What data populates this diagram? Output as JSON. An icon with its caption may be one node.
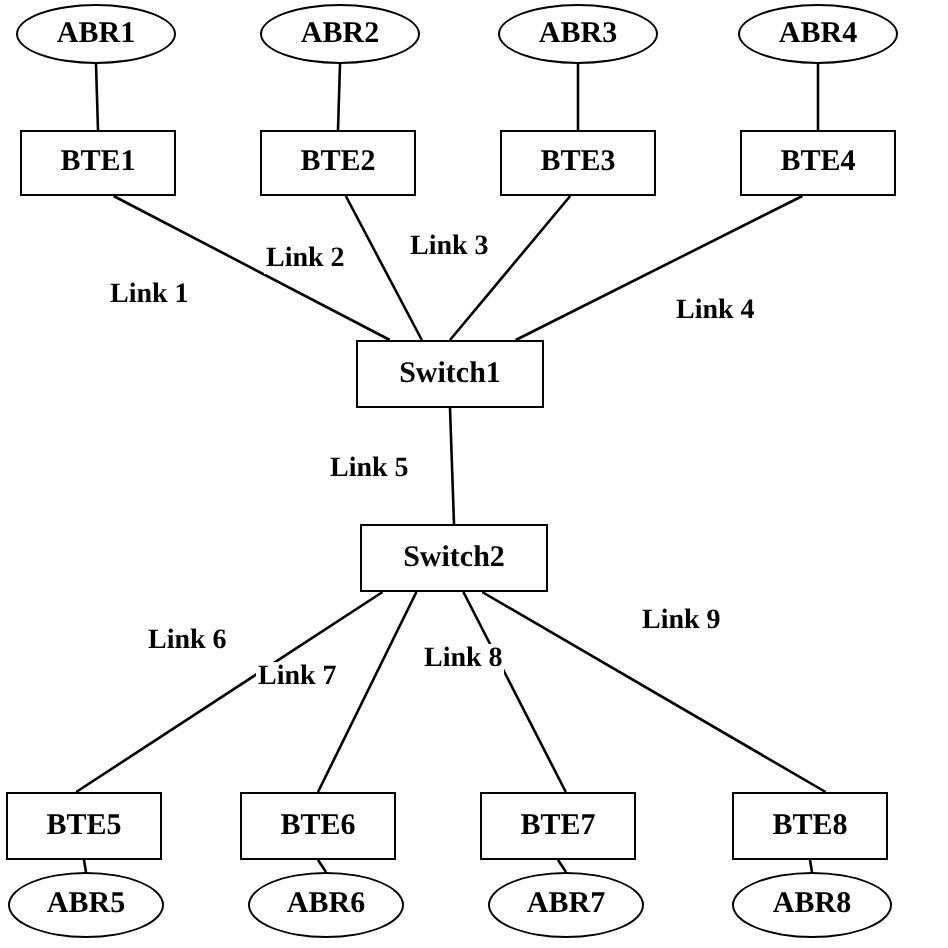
{
  "diagram": {
    "nodes": [
      {
        "text": [
          "ABR1"
        ]
      },
      {
        "text": [
          "ABR2"
        ]
      },
      {
        "text": [
          "ABR3"
        ]
      },
      {
        "text": [
          "ABR4"
        ]
      },
      {
        "text": [
          "BTE1"
        ]
      },
      {
        "text": [
          "BTE2"
        ]
      },
      {
        "text": [
          "BTE3"
        ]
      },
      {
        "text": [
          "BTE4"
        ]
      },
      {
        "text": [
          "Switch1"
        ]
      },
      {
        "text": [
          "Switch2"
        ]
      },
      {
        "text": [
          "BTE5"
        ]
      },
      {
        "text": [
          "BTE6"
        ]
      },
      {
        "text": [
          "BTE7"
        ]
      },
      {
        "text": [
          "BTE8"
        ]
      },
      {
        "text": [
          "ABR5"
        ]
      },
      {
        "text": [
          "ABR6"
        ]
      },
      {
        "text": [
          "ABR7"
        ]
      },
      {
        "text": [
          "ABR8"
        ]
      }
    ],
    "edges": [
      {
        "from": 0,
        "to": 4,
        "arrow": "none"
      },
      {
        "from": 1,
        "to": 5,
        "arrow": "none"
      },
      {
        "from": 2,
        "to": 6,
        "arrow": "none"
      },
      {
        "from": 3,
        "to": 7,
        "arrow": "none"
      },
      {
        "from": 4,
        "to": 8,
        "arrow": "none",
        "label": "Link 1"
      },
      {
        "from": 5,
        "to": 8,
        "arrow": "none",
        "label": "Link 2"
      },
      {
        "from": 6,
        "to": 8,
        "arrow": "none",
        "label": "Link 3"
      },
      {
        "from": 7,
        "to": 8,
        "arrow": "none",
        "label": "Link 4"
      },
      {
        "from": 8,
        "to": 9,
        "arrow": "none",
        "label": "Link 5"
      },
      {
        "from": 9,
        "to": 10,
        "arrow": "none",
        "label": "Link 6"
      },
      {
        "from": 9,
        "to": 11,
        "arrow": "none",
        "label": "Link 7"
      },
      {
        "from": 9,
        "to": 12,
        "arrow": "none",
        "label": "Link 8"
      },
      {
        "from": 9,
        "to": 13,
        "arrow": "none",
        "label": "Link 9"
      },
      {
        "from": 10,
        "to": 14,
        "arrow": "none"
      },
      {
        "from": 11,
        "to": 15,
        "arrow": "none"
      },
      {
        "from": 12,
        "to": 16,
        "arrow": "none"
      },
      {
        "from": 13,
        "to": 17,
        "arrow": "none"
      }
    ]
  }
}
